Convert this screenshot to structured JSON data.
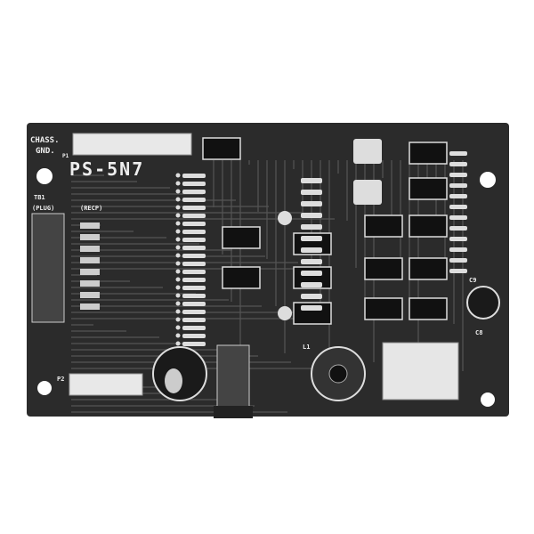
{
  "board": {
    "model_label": "PS-5N7",
    "chassis_label_line1": "CHASS.",
    "chassis_label_line2": "GND.",
    "tb1_label": "TB1",
    "plug_label": "(PLUG)",
    "recp_label": "(RECP)",
    "p1_label": "P1",
    "p2_label": "P2",
    "c8_label": "C8",
    "c9_label": "C9",
    "l1_label": "L1"
  },
  "colors": {
    "board": "#2b2b2b",
    "silkscreen": "#eeeeee",
    "background": "#ffffff"
  }
}
